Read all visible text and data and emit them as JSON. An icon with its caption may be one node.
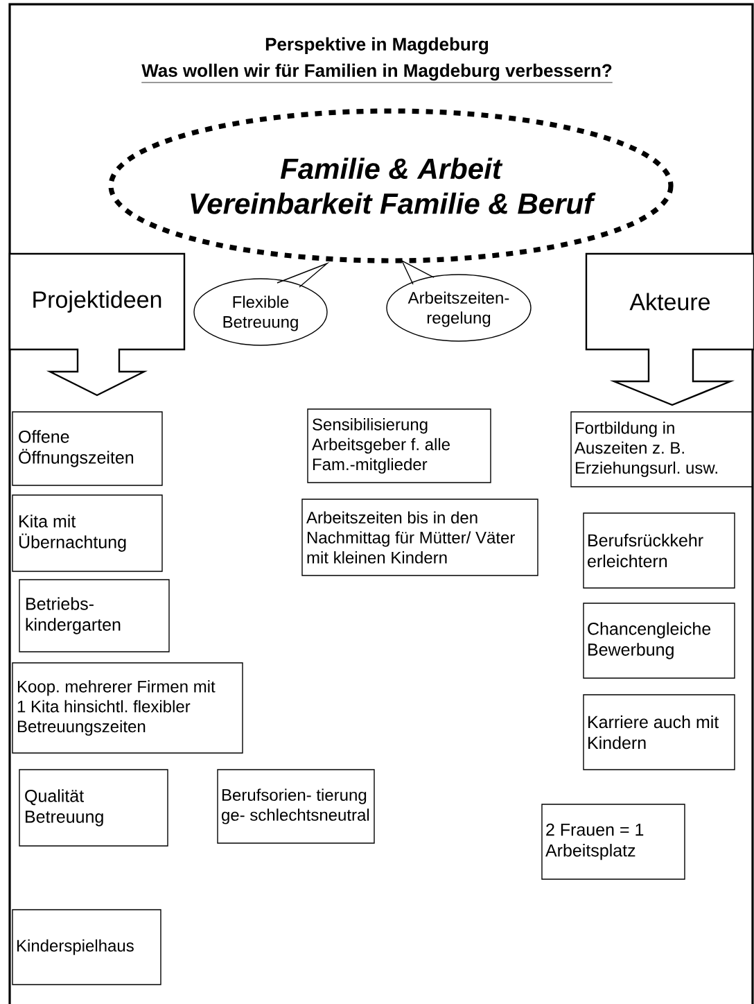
{
  "diagram": {
    "title": "Perspektive in Magdeburg",
    "nodes": [
      {
        "text": [
          "Familie & Arbeit",
          "Vereinbarkeit Familie & Beruf"
        ]
      },
      {
        "text": [
          "Flexible Betreuung"
        ]
      },
      {
        "text": [
          "Arbeitszeiten- regelung"
        ]
      },
      {
        "text": [
          "Projektideen"
        ]
      },
      {
        "text": [
          "Akteure"
        ]
      },
      {
        "text": [
          "Offene Öffnungszeiten"
        ]
      },
      {
        "text": [
          "Kita mit Übernachtung"
        ]
      },
      {
        "text": [
          "Betriebs- kindergarten"
        ]
      },
      {
        "text": [
          "Koop. mehrerer Firmen mit 1 Kita hinsichtl. flexibler Betreuungszeiten"
        ]
      },
      {
        "text": [
          "Qualität Betreuung"
        ]
      },
      {
        "text": [
          "Kinderspielhaus"
        ]
      },
      {
        "text": [
          "Sensibilisierung Arbeitsgeber f. alle Fam.-mitglieder"
        ]
      },
      {
        "text": [
          "Arbeitszeiten bis in den Nachmittag für Mütter/ Väter mit kleinen Kindern"
        ]
      },
      {
        "text": [
          "Berufsorien- tierung ge- schlechtsneutral"
        ]
      },
      {
        "text": [
          "Fortbildung in Auszeiten z. B. Erziehungsurl. usw."
        ]
      },
      {
        "text": [
          "Berufsrückkehr erleichtern"
        ]
      },
      {
        "text": [
          "Chancengleiche Bewerbung"
        ]
      },
      {
        "text": [
          "Karriere auch mit Kindern"
        ]
      },
      {
        "text": [
          "2 Frauen = 1 Arbeitsplatz"
        ]
      }
    ],
    "labels": [
      "Was wollen wir für Familien in Magdeburg verbessern?"
    ]
  }
}
